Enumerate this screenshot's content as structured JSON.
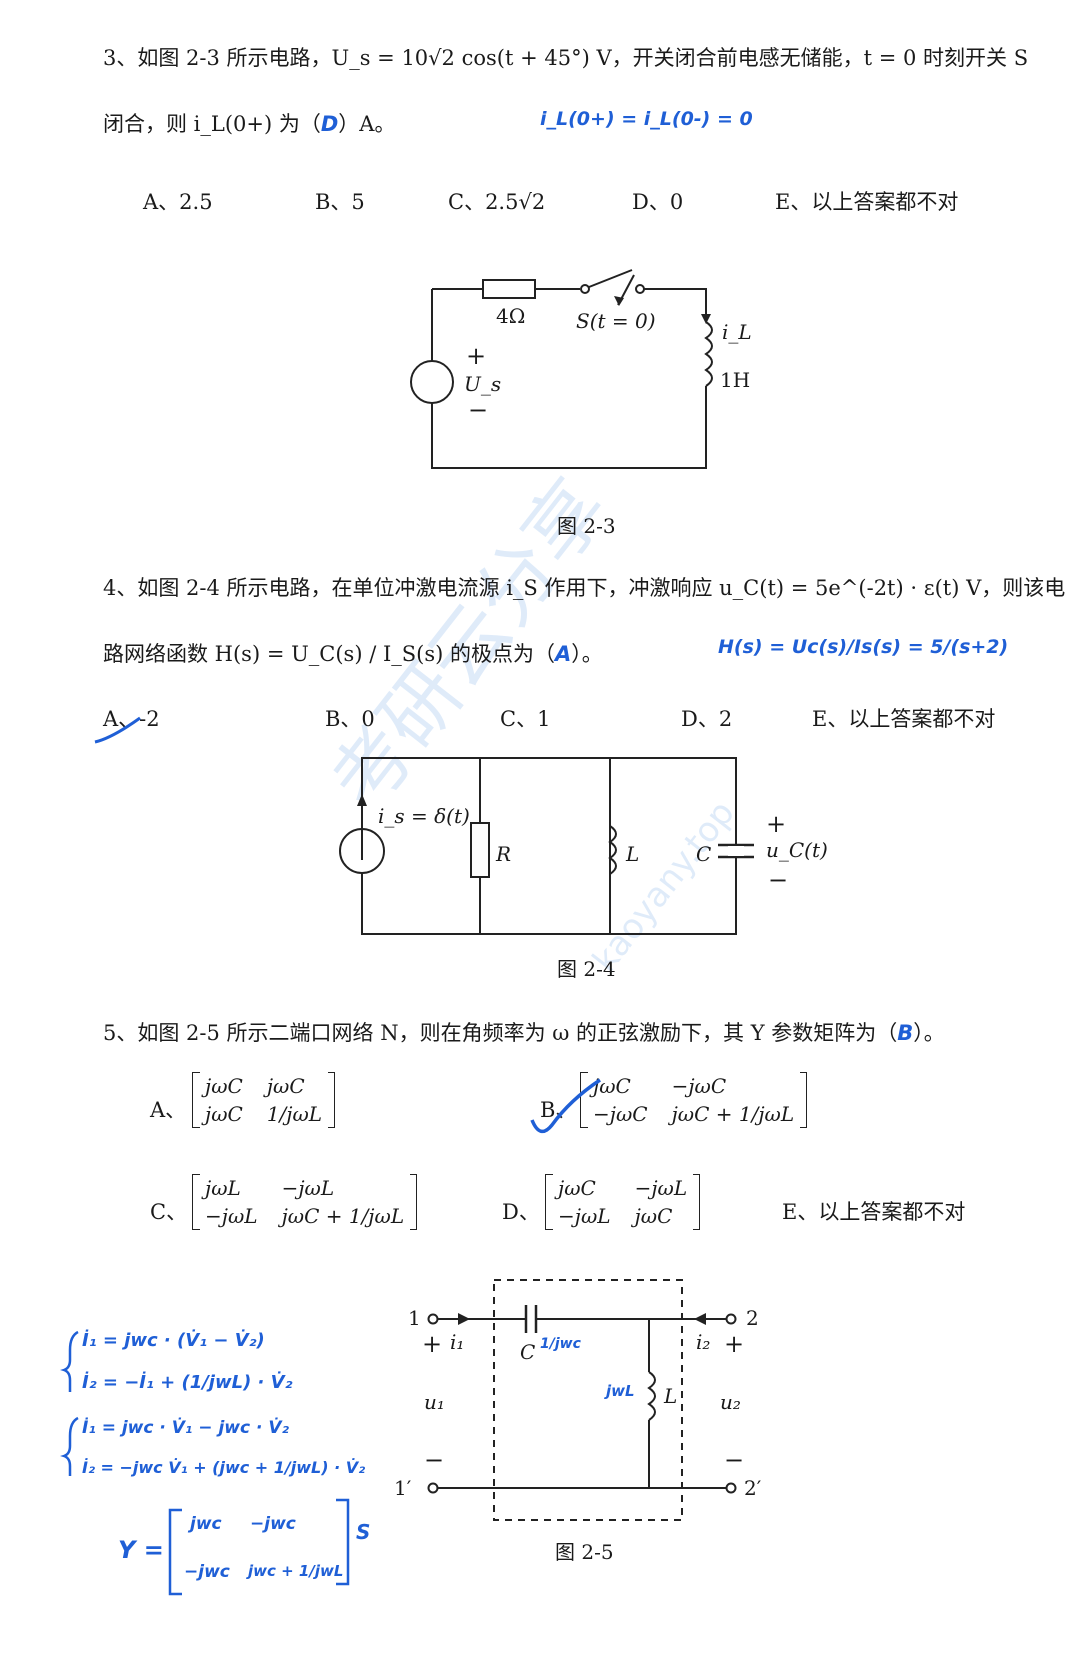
{
  "q3": {
    "line1": "3、如图 2-3 所示电路，U_s = 10√2 cos(t + 45°) V，开关闭合前电感无储能，t = 0 时刻开关 S",
    "line2_pre": "闭合，则 i_L(0+) 为（",
    "answer": "D",
    "line2_post": "）A。",
    "note": "i_L(0+) = i_L(0-) = 0",
    "options": [
      "A、2.5",
      "B、5",
      "C、2.5√2",
      "D、0",
      "E、以上答案都不对"
    ],
    "circuit": {
      "r_label": "4Ω",
      "switch_label": "S(t = 0)",
      "current_label": "i_L",
      "inductor_label": "1H",
      "plus": "+",
      "minus": "−",
      "source_label": "U_s"
    },
    "caption": "图 2-3"
  },
  "q4": {
    "line1": "4、如图 2-4 所示电路，在单位冲激电流源 i_S 作用下，冲激响应 u_C(t) = 5e^(-2t) · ε(t) V，则该电",
    "line2_pre": "路网络函数 H(s) = U_C(s) / I_S(s) 的极点为（",
    "answer": "A",
    "line2_post": "）。",
    "note": "H(s) = Uc(s)/Is(s) = 5/(s+2)",
    "options": [
      "A、-2",
      "B、0",
      "C、1",
      "D、2",
      "E、以上答案都不对"
    ],
    "circuit": {
      "source_label": "i_s = δ(t)",
      "r_label": "R",
      "l_label": "L",
      "c_label": "C",
      "u_label": "u_C(t)",
      "plus": "+",
      "minus": "−"
    },
    "caption": "图 2-4"
  },
  "q5": {
    "line1_pre": "5、如图 2-5 所示二端口网络 N，则在角频率为 ω 的正弦激励下，其 Y 参数矩阵为（",
    "answer": "B",
    "line1_post": "）。",
    "opt_a": {
      "label": "A、",
      "m": [
        "jωC",
        "jωC",
        "jωC",
        "1/jωL"
      ]
    },
    "opt_b": {
      "label": "B、",
      "m": [
        "jωC",
        "−jωC",
        "−jωC",
        "jωC + 1/jωL"
      ]
    },
    "opt_c": {
      "label": "C、",
      "m": [
        "jωL",
        "−jωL",
        "−jωL",
        "jωC + 1/jωL"
      ]
    },
    "opt_d": {
      "label": "D、",
      "m": [
        "jωC",
        "−jωL",
        "−jωL",
        "jωC"
      ]
    },
    "opt_e": "E、以上答案都不对",
    "circuit": {
      "port1": "1",
      "port1p": "1′",
      "port2": "2",
      "port2p": "2′",
      "i1": "i₁",
      "i2": "i₂",
      "u1": "u₁",
      "u2": "u₂",
      "c_label": "C",
      "l_label": "L",
      "plus": "+",
      "minus": "−",
      "c_note": "1/jwc",
      "l_note": "jwL"
    },
    "caption": "图 2-5",
    "notes": [
      "İ₁ = jwc · (V̇₁ − V̇₂)",
      "İ₂ = −İ₁ + (1/jwL) · V̇₂",
      "İ₁ = jwc · V̇₁ − jwc · V̇₂",
      "İ₂ = −jwc V̇₁ + (jwc + 1/jwL) · V̇₂",
      "Y =",
      "jwc",
      "−jwc",
      "−jwc",
      "jwc + 1/jwL",
      "S"
    ]
  },
  "watermark": {
    "text1": "考研云分享",
    "text2": "kaoyany.top"
  }
}
